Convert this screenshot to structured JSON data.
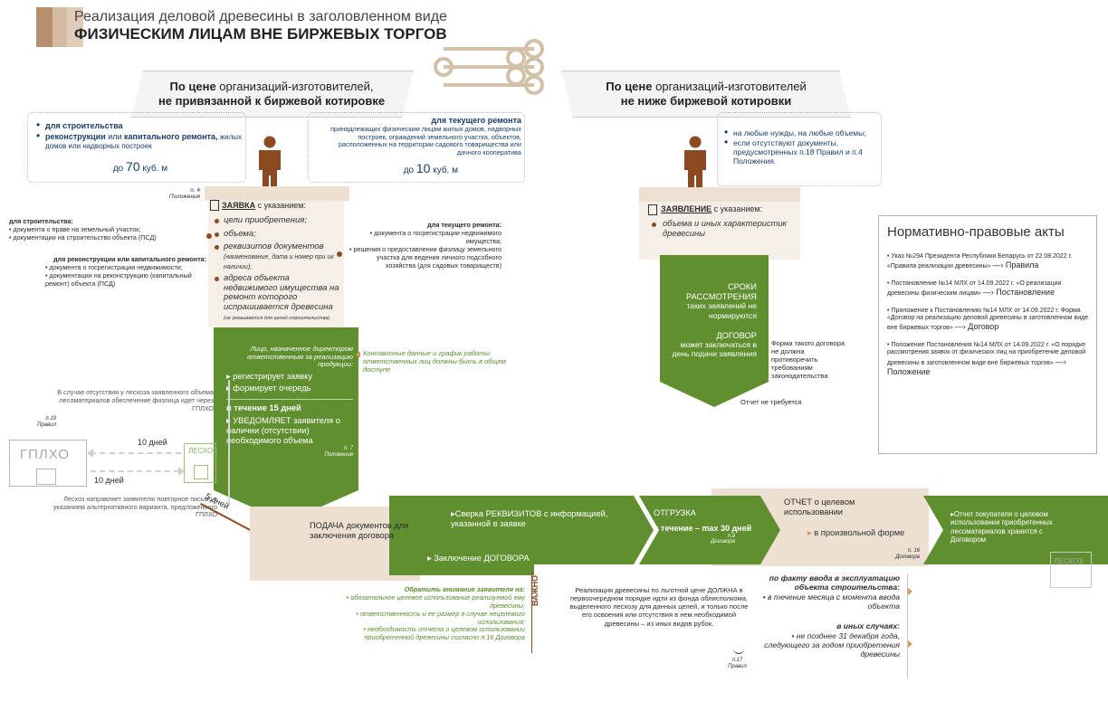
{
  "header": {
    "line1": "Реализация деловой древесины в заголовленном виде",
    "line2": "ФИЗИЧЕСКИМ ЛИЦАМ ВНЕ БИРЖЕВЫХ ТОРГОВ"
  },
  "left_banner": {
    "p1": "По цене",
    "p2": " организаций-изготовителей,",
    "p3": "не привязанной к биржевой котировке"
  },
  "right_banner": {
    "p1": "По цене",
    "p2": " организаций-изготовителей",
    "p3": "не ниже биржевой котировки"
  },
  "left_cloud": {
    "item1": "для строительства",
    "item2a": "реконструкции",
    "item2b": " или ",
    "item2c": "капитального ремонта,",
    "item2d": " жилых домов или надворных построек",
    "volume_pre": "до ",
    "volume_num": "70",
    "volume_unit": " куб. м"
  },
  "mid_cloud": {
    "title": "для текущего ремонта",
    "text": "принадлежащих физическим лицам жилых домов, надворных построек, ограждений земельного участка, объектов, расположенных на территории садового товарищества или дачного кооператива",
    "volume_pre": "до ",
    "volume_num": "10",
    "volume_unit": " куб. м"
  },
  "right_cloud": {
    "item1": "на любые нужды, на любые объемы;",
    "item2": "если отсутствуют документы, предусмотренных п.18 Правил и п.4 Положения."
  },
  "left_ref": {
    "p": "п. 4",
    "doc": "Положения"
  },
  "zayavka": {
    "title_b": "ЗАЯВКА",
    "title_r": " с указанием:",
    "items": [
      "цели приобретения;",
      "объема;",
      "реквизитов документов",
      "адреса объекта недвижимого имущества на ремонт которого испрашивается древесина"
    ],
    "note3": "(наименование, дата и номер при их наличии);",
    "note4": "(не указывается для целей строительства)"
  },
  "left_docs": {
    "h1": "для строительства:",
    "l1": "• документа о праве на земельный участок;",
    "l2": "• документации на строительство объекта (ПСД)",
    "h2": "для реконструкции или капитального ремонта:",
    "l3": "• документа о госрегистрации недвижимости;",
    "l4": "• документации на реконструкцию (капитальный ремонт) объекта (ПСД)"
  },
  "right_docs": {
    "h1": "для текущего ремонта:",
    "l1": "• документа о госрегистрации недвижимого имущества;",
    "l2": "• решения о предоставлении физлицу земельного участка для ведения личного подсобного хозяйства (для садовых товариществ)"
  },
  "green_left": {
    "lead": "Лицо, назначенное директором ответственным за реализацию продукции:",
    "a1": "регистрирует заявку",
    "a2": "формирует очередь",
    "term": "в течение 15 дней",
    "a3": "УВЕДОМЛЯЕТ заявителя о наличии (отсутствии) необходимого объема",
    "ref_p": "п. 7",
    "ref_doc": "Положения"
  },
  "contact_note": "Контактные данные и график работы ответственных лиц должны быть в общем доступе",
  "gplho_note": {
    "text": "В случае отсутствия у лесхоза заявленного объема лесоматериалов обеспечение физлица идет через ГПЛХО",
    "ref_p": "п.19",
    "ref_doc": "Правил"
  },
  "gplho": "ГПЛХО",
  "leshoz": "ЛЕСХОЗ",
  "leshoz2": "ЛЕСХОЗ",
  "days_top": "10 дней",
  "days_bot": "10 дней",
  "days_5": "5 дней",
  "leshoz_note": "Лесхоз направляет заявителю повторное письмо с указанием альтернативного варианта, предложенного ГПЛХО",
  "zayavlenie": {
    "title_b": "ЗАЯВЛЕНИЕ",
    "title_r": " с указанием:",
    "text": "объема и иных характеристик древесины"
  },
  "green_right": {
    "h1": "СРОКИ РАССМОТРЕНИЯ",
    "t1": "таких заявлений не нормируются",
    "h2": "ДОГОВОР",
    "t2": "может заключаться в день подачи заявления"
  },
  "form_note": "Форма такого договора не должна противоречить требованиям законодательства",
  "report_none": "Отчет не требуется",
  "acts": {
    "title": "Нормативно-правовые акты",
    "a1": "Указ №294 Президента Республики Беларусь от 22.08.2022 г. «Правила реализации древесины»",
    "a1_link": "Правила",
    "a2": "Постановление №14 МЛХ от 14.09.2022 г. «О реализации древесины физическим лицам»",
    "a2_link": "Постановление",
    "a3": "Приложение к Постановлению №14 МЛХ от 14.09.2022 г. Форма «Договор на реализацию деловой древесины в заготовленном виде вне биржевых торгов»",
    "a3_link": "Договор",
    "a4": "Положение Постановления №14 МЛХ от 14.09.2022 г. «О порядке рассмотрения заявок от физических лиц на приобретение деловой древесины в заготовленном виде вне биржевых торгов»",
    "a4_link": "Положение"
  },
  "bottom": {
    "submit": "ПОДАЧА документов для заключения договора",
    "check": "Сверка РЕКВИЗИТОВ с информацией, указанной в заявке",
    "contract": "Заключение ДОГОВОРА",
    "ship_h": "ОТГРУЗКА",
    "ship_t": "в течение – max 30 дней",
    "ship_ref_p": "п.9",
    "ship_ref_doc": "Договора",
    "report_h": "ОТЧЕТ о целевом использовании",
    "report_t": "в произвольной форме",
    "report_ref_p": "п. 16",
    "report_ref_doc": "Договора",
    "keep": "Отчет покупателя о целевом использовании приобретенных лесоматериалов хранится с Договором"
  },
  "important": {
    "label": "ВАЖНО",
    "h": "Обратить внимание заявителя на:",
    "l1": "• обязательное целевое использование реализуемой ему древесины;",
    "l2": "• ответственность и ее размер в случае нецелевого использования;",
    "l3": "• необходимость отчета о целевом использовании приобретенной древесины согласно п.16 Договора"
  },
  "priority_note": {
    "text": "Реализация древесины по льготной цене ДОЛЖНА в первоочередном порядке идти из фонда облисполкома, выделенного лесхозу для данных целей, и только после его освоения или отсутствия в нем необходимой древесины – из иных видов рубок.",
    "ref_p": "п.17",
    "ref_doc": "Правил"
  },
  "deadlines": {
    "h1": "по факту ввода в эксплуатацию объекта строительства:",
    "t1": "• в течение месяца с момента ввода объекта",
    "h2": "в иных случаях:",
    "t2": "• не позднее 31 декабря года, следующего за годом приобретения древесины"
  },
  "colors": {
    "green": "#5f8f2e",
    "brown": "#8b4a22",
    "navy": "#173d6b",
    "beige": "#ede0d2"
  }
}
